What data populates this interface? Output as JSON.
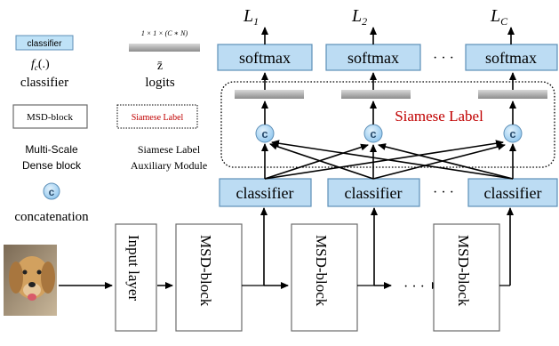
{
  "legend": {
    "classifier_box": "classifier",
    "classifier_symbol": "f",
    "classifier_symbol_sub": "c",
    "classifier_symbol_args": "(.)",
    "classifier_name": "classifier",
    "logits_dims": "1 × 1 × (C ∗ N)",
    "logits_symbol": "z̄",
    "logits_name": "logits",
    "msd_box": "MSD-block",
    "msd_name_line1": "Multi-Scale",
    "msd_name_line2": "Dense block",
    "siamese_box": "Siamese Label",
    "siamese_name_line1": "Siamese Label",
    "siamese_name_line2": "Auxiliary Module",
    "concat_symbol": "c",
    "concat_name": "concatenation"
  },
  "network": {
    "outputs": [
      {
        "letter": "L",
        "sub": "1"
      },
      {
        "letter": "L",
        "sub": "2"
      },
      {
        "letter": "L",
        "sub": "C"
      }
    ],
    "softmax_label": "softmax",
    "classifier_label": "classifier",
    "siamese_label": "Siamese Label",
    "concat_symbol": "c",
    "input_layer_label": "Input layer",
    "msd_label": "MSD-block",
    "ellipsis": "· · ·"
  },
  "colors": {
    "box_fill": "#bcdcf3",
    "siamese_text": "#c00000",
    "concat_circle": "#a8d4f2"
  }
}
